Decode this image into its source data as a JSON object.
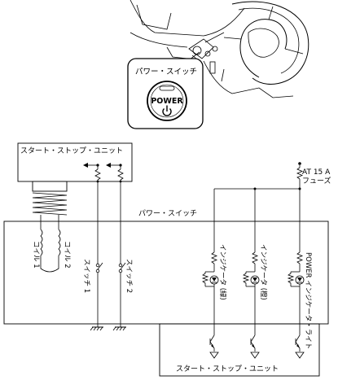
{
  "car": {
    "callout_title": "パワー・スイッチ",
    "power_label": "POWER"
  },
  "top_unit": {
    "label": "スタート・ストップ・ユニット"
  },
  "fuse": {
    "rating": "AT 15 A",
    "name": "フューズ"
  },
  "power_switch_box": {
    "label": "パワー・スイッチ"
  },
  "coils": [
    {
      "label": "コイル 1"
    },
    {
      "label": "コイル 2"
    }
  ],
  "switches": [
    {
      "label": "スイッチ 1"
    },
    {
      "label": "スイッチ 2"
    }
  ],
  "indicators": [
    {
      "label": "インジケータ (緑)"
    },
    {
      "label": "インジケータ (橙)"
    },
    {
      "label": "POWER インジケータ・ライト"
    }
  ],
  "bottom_unit": {
    "label": "スタート・ストップ・ユニット"
  }
}
